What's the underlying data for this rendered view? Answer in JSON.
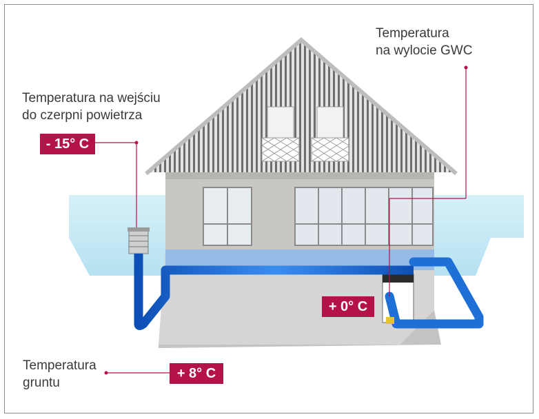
{
  "labels": {
    "outdoor_intake": {
      "line1": "Temperatura na wejściu",
      "line2": "do czerpni powietrza",
      "value": "- 15° C"
    },
    "gwc_outlet": {
      "line1": "Temperatura",
      "line2": "na wylocie  GWC",
      "value": "+ 0° C"
    },
    "ground": {
      "line1": "Temperatura",
      "line2": "gruntu",
      "value": "+ 8° C"
    }
  },
  "colors": {
    "accent": "#b3124a",
    "pipe": "#1e6fd6",
    "ground_layer": "#bfe6f2",
    "wall": "#c9c7c4",
    "roof": "#d9d9d9",
    "text": "#3a3a3a"
  }
}
